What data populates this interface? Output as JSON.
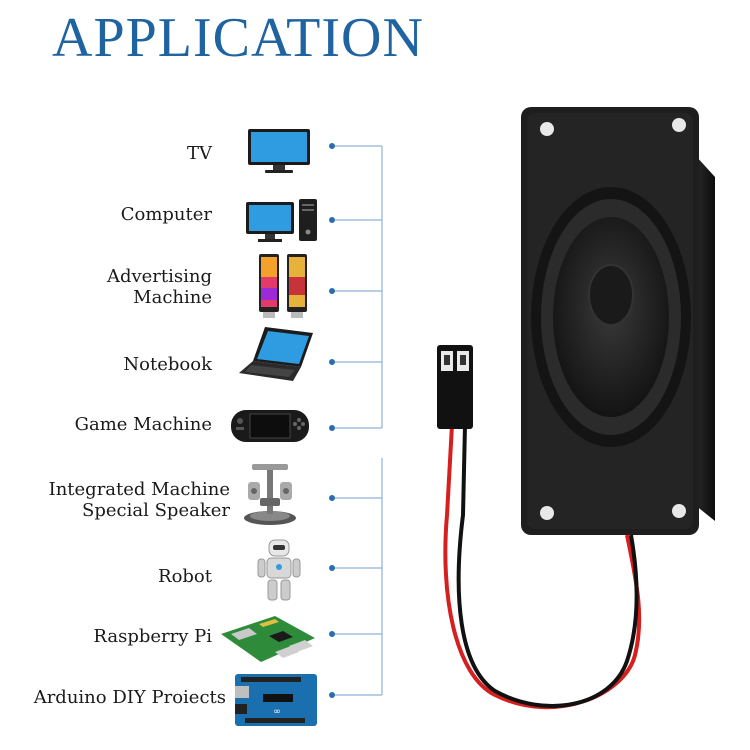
{
  "title": "APPLICATION",
  "colors": {
    "title": "#1f63a0",
    "connector": "#2b6eb0",
    "speaker_body": "#222222",
    "wire_red": "#d61f1f",
    "wire_black": "#111111"
  },
  "applications": [
    {
      "label": "TV",
      "icon": "tv-icon"
    },
    {
      "label": "Computer",
      "icon": "computer-icon"
    },
    {
      "label_lines": [
        "Advertising",
        "Machine"
      ],
      "icon": "advertising-machine-icon"
    },
    {
      "label": "Notebook",
      "icon": "notebook-icon"
    },
    {
      "label": "Game Machine",
      "icon": "game-machine-icon"
    },
    {
      "label_lines": [
        "Integrated Machine",
        "Special Speaker"
      ],
      "icon": "integrated-machine-icon"
    },
    {
      "label": "Robot",
      "icon": "robot-icon"
    },
    {
      "label": "Raspberry Pi",
      "icon": "raspberry-pi-icon"
    },
    {
      "label": "Arduino DIY Proiects",
      "icon": "arduino-board-icon"
    }
  ],
  "product_image": "speaker-with-dupont-connector-image"
}
